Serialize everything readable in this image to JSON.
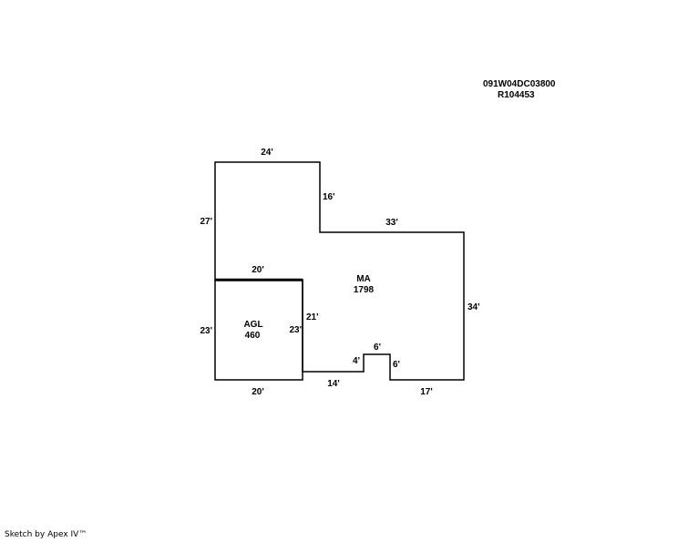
{
  "identifiers": {
    "parcel_id": "091W04DC03800",
    "account_id": "R104453"
  },
  "areas": {
    "main": {
      "code": "MA",
      "size": "1798"
    },
    "garage": {
      "code": "AGL",
      "size": "460"
    }
  },
  "dimensions": {
    "ma_top": "24'",
    "ma_step_down": "16'",
    "ma_step_top": "33'",
    "ma_left": "27'",
    "ma_right": "34'",
    "ma_inner_left": "21'",
    "ma_bottom_left": "14'",
    "ma_notch_left": "4'",
    "ma_notch_top": "6'",
    "ma_notch_right": "6'",
    "ma_bottom_right": "17'",
    "agl_top": "20'",
    "agl_left": "23'",
    "agl_right": "23'",
    "agl_bottom": "20'"
  },
  "footer": {
    "credit": "Sketch by Apex IV™"
  }
}
